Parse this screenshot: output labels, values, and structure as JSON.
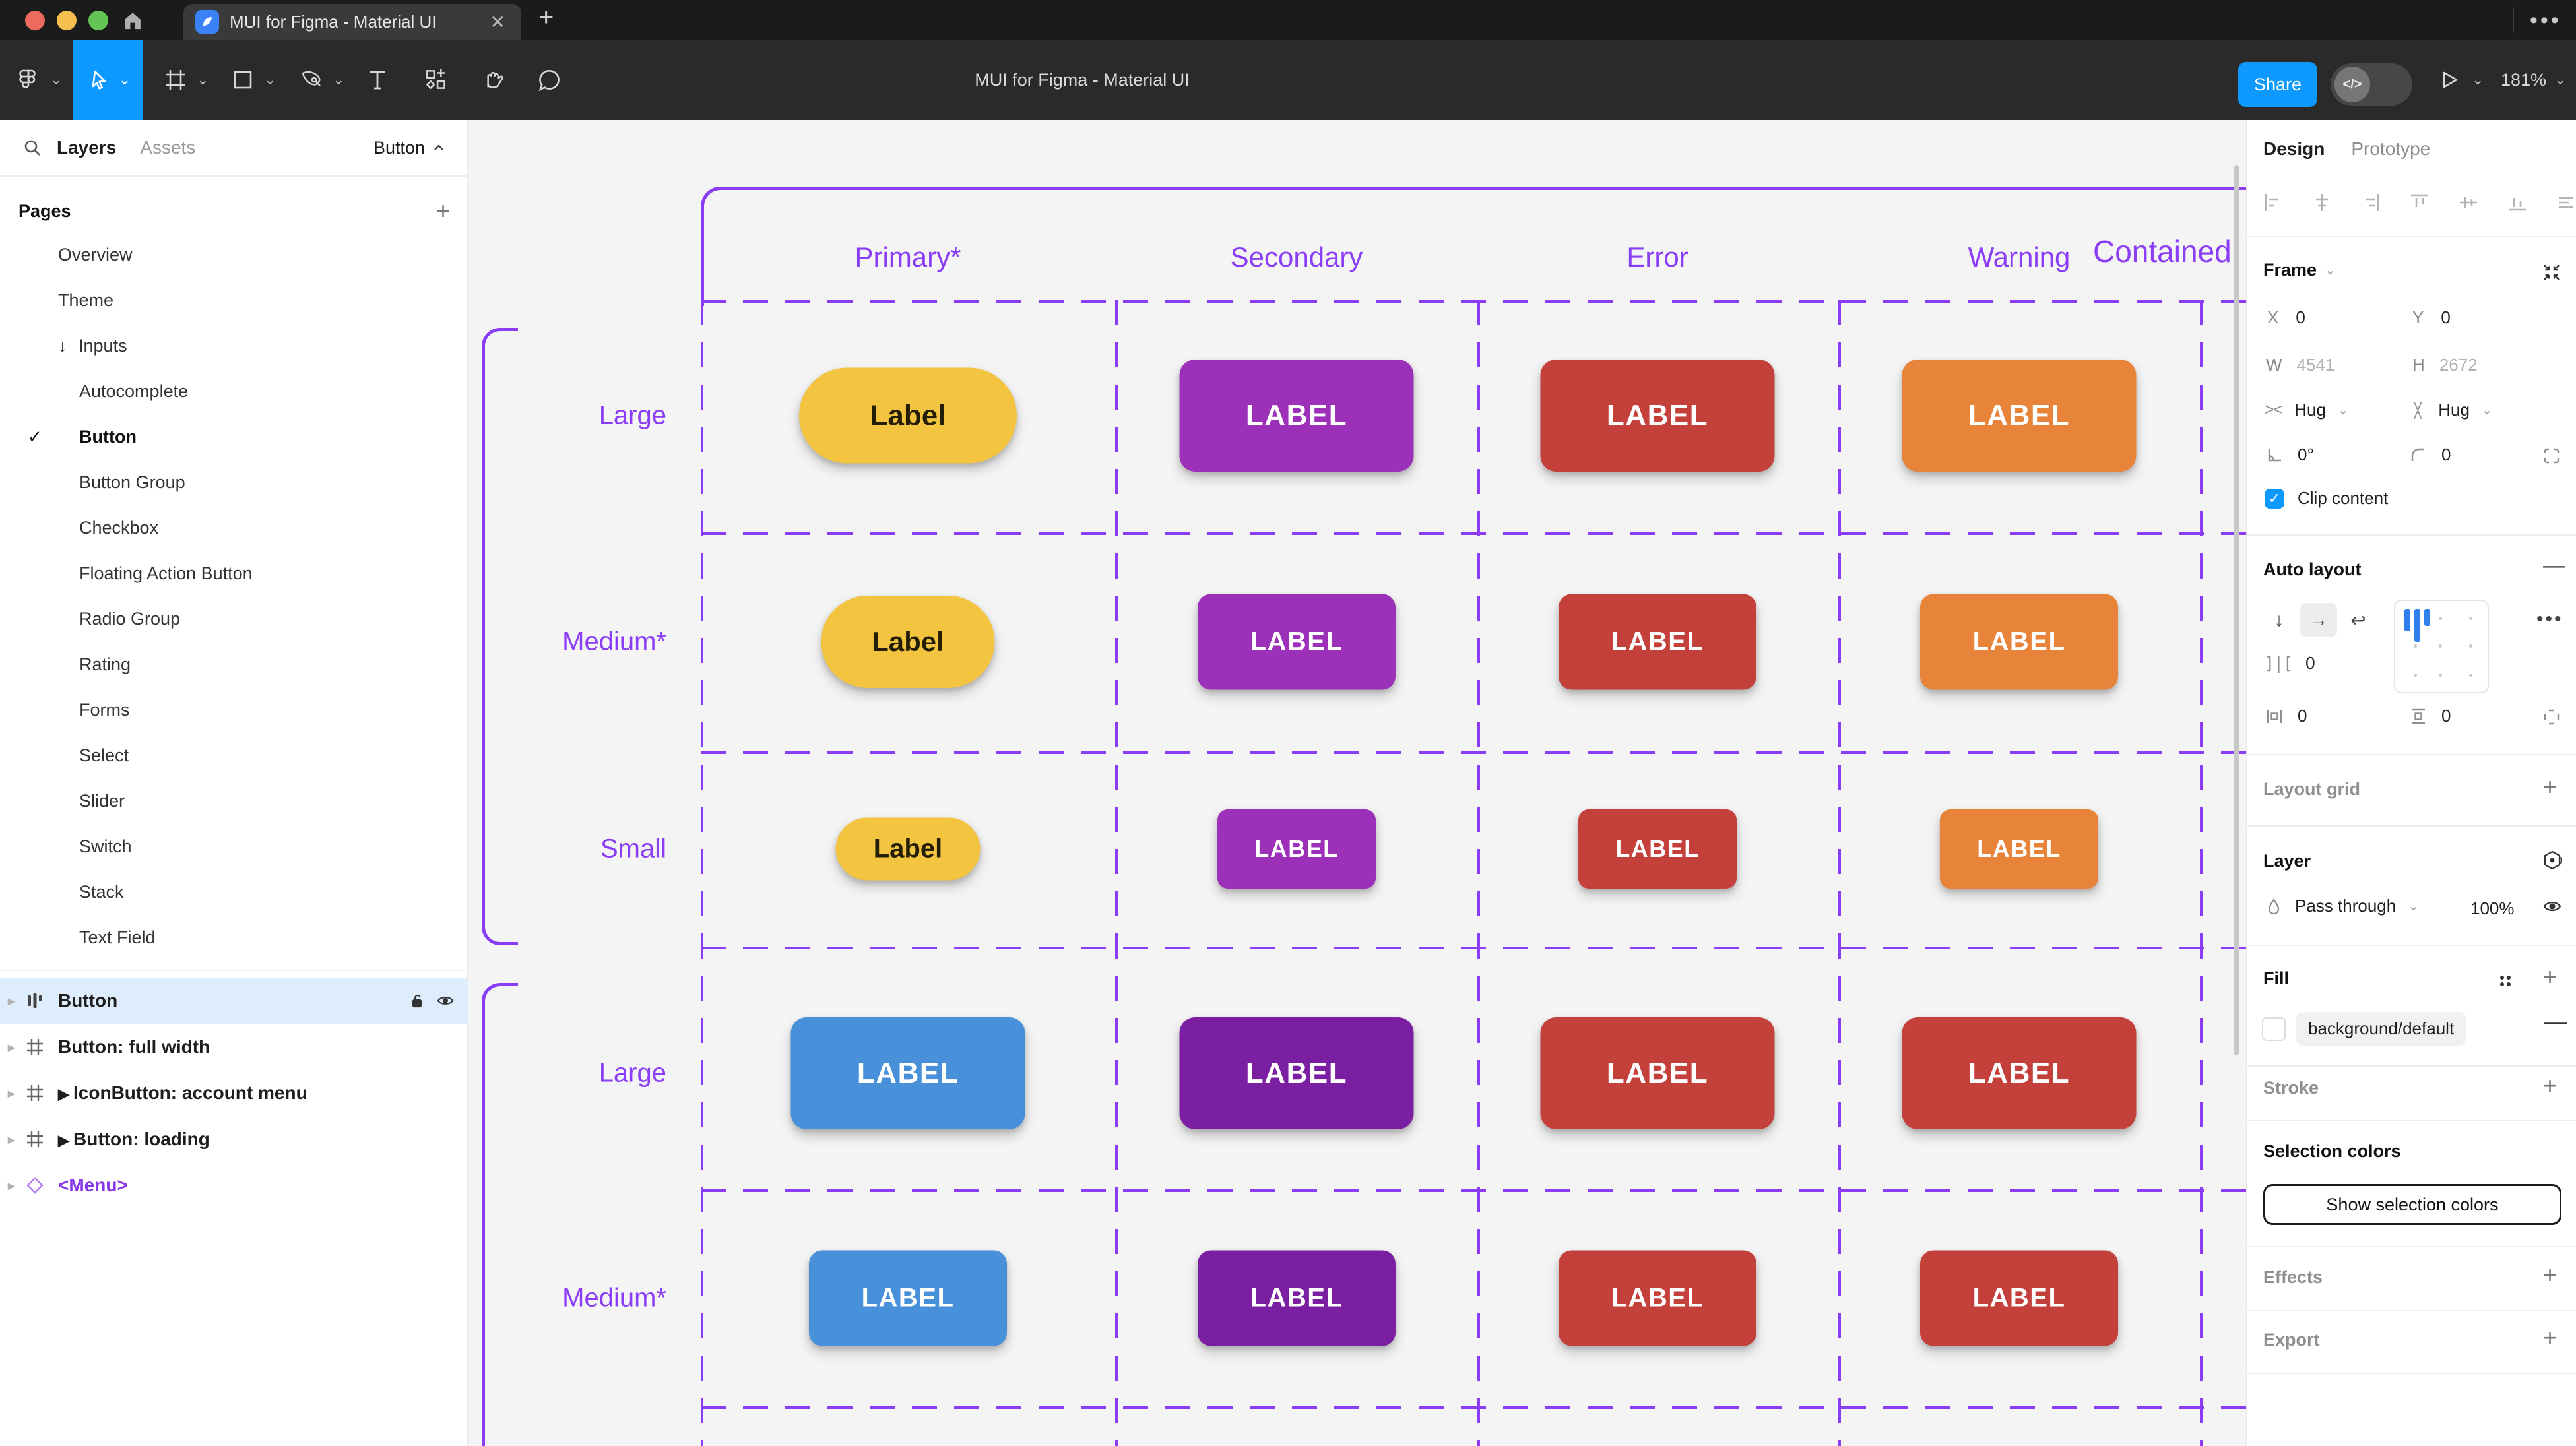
{
  "window": {
    "tab_title": "MUI for Figma - Material UI",
    "close_glyph": "✕",
    "new_tab_glyph": "+",
    "more_glyph": "•••"
  },
  "toolbar": {
    "doc_title": "MUI for Figma - Material UI",
    "share_label": "Share",
    "dev_toggle_glyph": "</>",
    "zoom_level": "181%"
  },
  "sidebar": {
    "tab_layers": "Layers",
    "tab_assets": "Assets",
    "page_chip": "Button",
    "pages_title": "Pages",
    "pages_add": "+",
    "pages": [
      {
        "label": "Overview",
        "level": 1
      },
      {
        "label": "Theme",
        "level": 1
      },
      {
        "label": "Inputs",
        "level": 1,
        "arrow": "↓"
      },
      {
        "label": "Autocomplete",
        "level": 2
      },
      {
        "label": "Button",
        "level": 2,
        "checked": true
      },
      {
        "label": "Button Group",
        "level": 2
      },
      {
        "label": "Checkbox",
        "level": 2
      },
      {
        "label": "Floating Action Button",
        "level": 2
      },
      {
        "label": "Radio Group",
        "level": 2
      },
      {
        "label": "Rating",
        "level": 2
      },
      {
        "label": "Forms",
        "level": 2
      },
      {
        "label": "Select",
        "level": 2
      },
      {
        "label": "Slider",
        "level": 2
      },
      {
        "label": "Switch",
        "level": 2
      },
      {
        "label": "Stack",
        "level": 2
      },
      {
        "label": "Text Field",
        "level": 2
      }
    ],
    "layers": [
      {
        "label": "Button",
        "icon": "auto-layout",
        "selected": true
      },
      {
        "label": "Button: full width",
        "icon": "frame"
      },
      {
        "label": "IconButton: account menu",
        "icon": "frame",
        "component_arrow": true
      },
      {
        "label": "Button: loading",
        "icon": "frame",
        "component_arrow": true
      },
      {
        "label": "<Menu>",
        "icon": "instance",
        "purple": true
      }
    ]
  },
  "canvas": {
    "frame_title": "Contained",
    "accent": "#8a3df5",
    "columns": [
      "Primary*",
      "Secondary",
      "Error",
      "Warning"
    ],
    "rows": [
      {
        "label": "Large",
        "size": "large",
        "cells": [
          {
            "bg": "#F3C440",
            "fg": "#241E06",
            "text": "Label",
            "pill": true
          },
          {
            "bg": "#9C30B8",
            "fg": "#FFFFFF",
            "text": "LABEL"
          },
          {
            "bg": "#C4413B",
            "fg": "#FFFFFF",
            "text": "LABEL"
          },
          {
            "bg": "#E8833A",
            "fg": "#FFFFFF",
            "text": "LABEL"
          }
        ]
      },
      {
        "label": "Medium*",
        "size": "medium",
        "cells": [
          {
            "bg": "#F3C440",
            "fg": "#241E06",
            "text": "Label",
            "pill": true
          },
          {
            "bg": "#9C30B8",
            "fg": "#FFFFFF",
            "text": "LABEL"
          },
          {
            "bg": "#C4413B",
            "fg": "#FFFFFF",
            "text": "LABEL"
          },
          {
            "bg": "#E8833A",
            "fg": "#FFFFFF",
            "text": "LABEL"
          }
        ]
      },
      {
        "label": "Small",
        "size": "small",
        "cells": [
          {
            "bg": "#F3C440",
            "fg": "#241E06",
            "text": "Label",
            "pill": true
          },
          {
            "bg": "#9C30B8",
            "fg": "#FFFFFF",
            "text": "LABEL"
          },
          {
            "bg": "#C4413B",
            "fg": "#FFFFFF",
            "text": "LABEL"
          },
          {
            "bg": "#E8833A",
            "fg": "#FFFFFF",
            "text": "LABEL"
          }
        ]
      },
      {
        "label": "Large",
        "size": "large",
        "cells": [
          {
            "bg": "#4990DB",
            "fg": "#FFFFFF",
            "text": "LABEL"
          },
          {
            "bg": "#7B1FA2",
            "fg": "#FFFFFF",
            "text": "LABEL"
          },
          {
            "bg": "#C4413B",
            "fg": "#FFFFFF",
            "text": "LABEL"
          },
          {
            "bg": "#C4413B",
            "fg": "#FFFFFF",
            "text": "LABEL"
          }
        ]
      },
      {
        "label": "Medium*",
        "size": "medium",
        "cells": [
          {
            "bg": "#4990DB",
            "fg": "#FFFFFF",
            "text": "LABEL"
          },
          {
            "bg": "#7B1FA2",
            "fg": "#FFFFFF",
            "text": "LABEL"
          },
          {
            "bg": "#C4413B",
            "fg": "#FFFFFF",
            "text": "LABEL"
          },
          {
            "bg": "#C4413B",
            "fg": "#FFFFFF",
            "text": "LABEL"
          }
        ]
      }
    ]
  },
  "inspector": {
    "tab_design": "Design",
    "tab_prototype": "Prototype",
    "frame_title": "Frame",
    "x_label": "X",
    "x_value": "0",
    "y_label": "Y",
    "y_value": "0",
    "w_label": "W",
    "w_value": "4541",
    "h_label": "H",
    "h_value": "2672",
    "hug_h": "Hug",
    "hug_v": "Hug",
    "rotation": "0°",
    "corner_radius": "0",
    "clip_label": "Clip content",
    "auto_layout_title": "Auto layout",
    "gap_value": "0",
    "padding_h": "0",
    "padding_v": "0",
    "layout_grid_title": "Layout grid",
    "layer_title": "Layer",
    "blend_mode": "Pass through",
    "opacity": "100%",
    "fill_title": "Fill",
    "fill_token": "background/default",
    "stroke_title": "Stroke",
    "selection_title": "Selection colors",
    "selection_button": "Show selection colors",
    "effects_title": "Effects",
    "export_title": "Export"
  }
}
